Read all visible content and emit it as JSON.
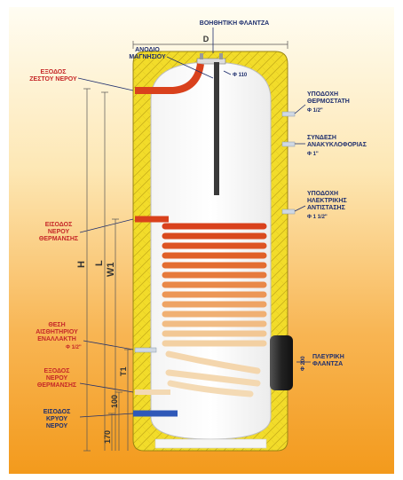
{
  "colors": {
    "background_top": "#fffdf0",
    "background_bottom": "#f39a1c",
    "insulation": "#f2dc2a",
    "tank": "#ffffff",
    "coil_hot": "#d9411c",
    "coil_cold": "#f3d9b2",
    "label_red": "#c62828",
    "label_dark": "#1f2f6e",
    "cold_pipe": "#2f58b8"
  },
  "labels": {
    "top_flange": "ΒΟΗΘΗΤΙΚΗ ΦΛΑΝΤΖΑ",
    "diameter": "D",
    "anode": [
      "ΑΝΟΔΙΟ",
      "ΜΑΓΝΗΣΙΟΥ"
    ],
    "anode_size": "Φ 110",
    "hot_out": [
      "ΕΞΟΔΟΣ",
      "ΖΕΣΤΟΥ ΝΕΡΟΥ"
    ],
    "thermostat": [
      "ΥΠΟΔΟΧΗ",
      "ΘΕΡΜΟΣΤΑΤΗ"
    ],
    "thermostat_size": "Φ 1/2\"",
    "recirculation": [
      "ΣΥΝΔΕΣΗ",
      "ΑΝΑΚΥΚΛΟΦΟΡΙΑΣ"
    ],
    "recirculation_size": "Φ 1\"",
    "heater": [
      "ΥΠΟΔΟΧΗ",
      "ΗΛΕΚΤΡΙΚΗΣ",
      "ΑΝΤΙΣΤΑΣΗΣ"
    ],
    "heater_size": "Φ 1 1/2\"",
    "heating_in": [
      "ΕΙΣΟΔΟΣ",
      "ΝΕΡΟΥ",
      "ΘΕΡΜΑΝΣΗΣ"
    ],
    "sensor": [
      "ΘΕΣΗ",
      "ΑΙΣΘΗΤΗΡΙΟΥ",
      "ΕΝΑΛΛΑΚΤΗ"
    ],
    "sensor_size": "Φ 1/2\"",
    "heating_out": [
      "ΕΞΟΔΟΣ",
      "ΝΕΡΟΥ",
      "ΘΕΡΜΑΝΣΗΣ"
    ],
    "cold_in": [
      "ΕΙΣΟΔΟΣ",
      "ΚΡΥΟΥ",
      "ΝΕΡΟΥ"
    ],
    "side_flange": [
      "ΠΛΕΥΡΙΚΗ",
      "ΦΛΑΝΤΖΑ"
    ],
    "side_flange_size": "Φ 200"
  },
  "dimensions": {
    "H": "H",
    "L": "L",
    "W1": "W1",
    "T1": "T1",
    "d100": "100",
    "d170": "170"
  }
}
